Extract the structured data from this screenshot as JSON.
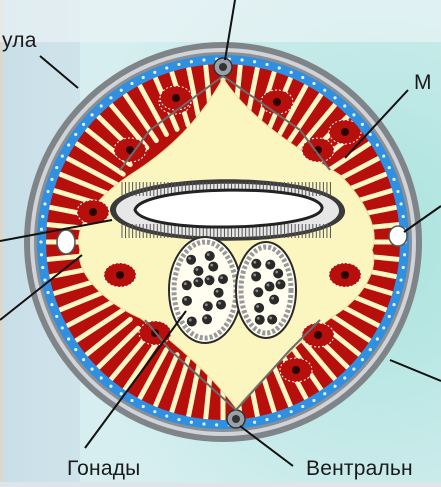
{
  "labels": {
    "top_left": "ула",
    "right": "М",
    "bottom_left": "Гонады",
    "bottom_right": "Вентральн"
  },
  "colors": {
    "cuticle": "#7f8489",
    "epidermis": "#2f8fe0",
    "muscle": "#b70f0b",
    "parenchyma": "#fbf6bf",
    "intestine_wall": "#3a3a3a",
    "lumen": "#ffffff",
    "gonad_cell": "#2a2a2a",
    "background_left": "#c9dfe8",
    "background_right": "#a9e3dd"
  }
}
